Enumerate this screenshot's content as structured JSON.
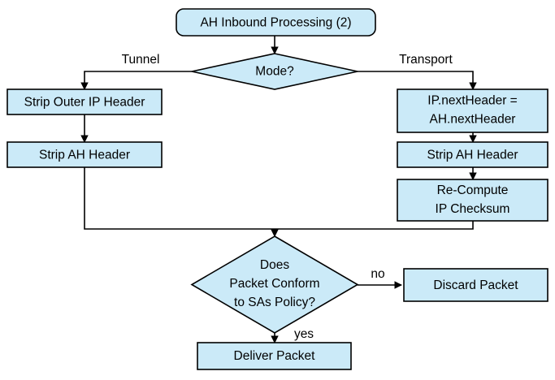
{
  "diagram": {
    "title": "AH Inbound Processing (2)",
    "type": "flowchart",
    "colors": {
      "node_fill": "#cbeaf8",
      "node_stroke": "#000000",
      "background": "#ffffff",
      "text": "#000000"
    },
    "nodes": {
      "start": {
        "id": "start",
        "shape": "rounded-rect",
        "label": "AH Inbound Processing (2)"
      },
      "mode_decision": {
        "id": "mode_decision",
        "shape": "diamond",
        "label": "Mode?"
      },
      "strip_outer_ip": {
        "id": "strip_outer_ip",
        "shape": "rect",
        "label": "Strip Outer IP Header"
      },
      "strip_ah_tunnel": {
        "id": "strip_ah_tunnel",
        "shape": "rect",
        "label": "Strip AH Header"
      },
      "next_header": {
        "id": "next_header",
        "shape": "rect",
        "line1": "IP.nextHeader =",
        "line2": "AH.nextHeader"
      },
      "strip_ah_transport": {
        "id": "strip_ah_transport",
        "shape": "rect",
        "label": "Strip AH Header"
      },
      "recompute_checksum": {
        "id": "recompute_checksum",
        "shape": "rect",
        "line1": "Re-Compute",
        "line2": "IP Checksum"
      },
      "policy_decision": {
        "id": "policy_decision",
        "shape": "diamond",
        "line1": "Does",
        "line2": "Packet Conform",
        "line3": "to SAs Policy?"
      },
      "discard_packet": {
        "id": "discard_packet",
        "shape": "rect",
        "label": "Discard Packet"
      },
      "deliver_packet": {
        "id": "deliver_packet",
        "shape": "rect",
        "label": "Deliver Packet"
      }
    },
    "edge_labels": {
      "tunnel": "Tunnel",
      "transport": "Transport",
      "no": "no",
      "yes": "yes"
    }
  }
}
